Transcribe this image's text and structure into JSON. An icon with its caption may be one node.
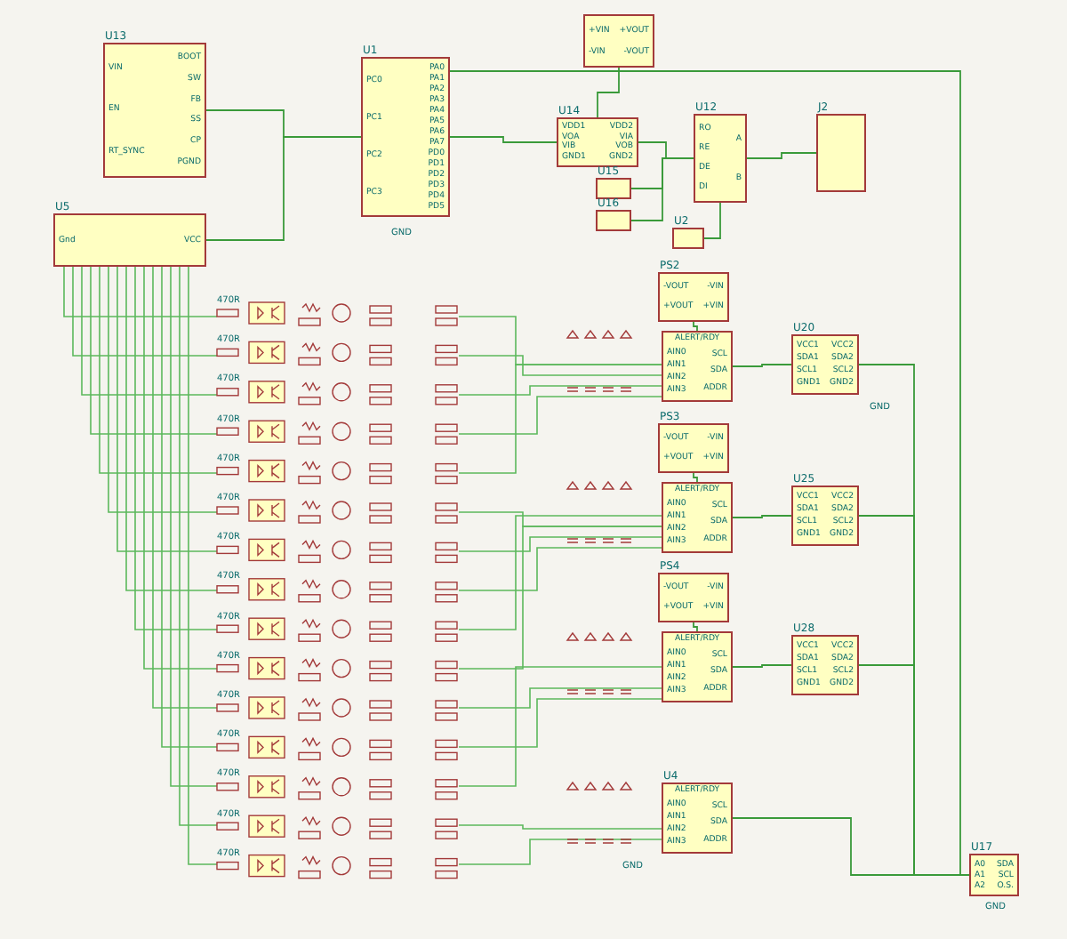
{
  "diagram": {
    "nodes": [
      {
        "text": [
          "U13",
          "VIN",
          "EN",
          "RT_SYNC",
          "BOOT",
          "SW",
          "FB",
          "SS",
          "CP",
          "PGND"
        ]
      },
      {
        "text": [
          "U1",
          "PC0",
          "PC1",
          "PC2",
          "PC3",
          "PA0",
          "PA1",
          "PA2",
          "PA3",
          "PA4",
          "PA5",
          "PA6",
          "PA7",
          "PD0",
          "PD1",
          "PD2",
          "PD3",
          "PD4",
          "PD5"
        ]
      },
      {
        "text": [
          "U5",
          "Gnd",
          "VCC"
        ]
      },
      {
        "text": [
          "+VIN",
          "-VIN",
          "+VOUT",
          "-VOUT"
        ]
      },
      {
        "text": [
          "U14",
          "VDD1",
          "VOA",
          "VIB",
          "GND1",
          "VDD2",
          "VIA",
          "VOB",
          "GND2"
        ]
      },
      {
        "text": [
          "U12",
          "RO",
          "RE",
          "DE",
          "DI",
          "A",
          "B"
        ]
      },
      {
        "text": [
          "J2"
        ]
      },
      {
        "text": [
          "U15"
        ]
      },
      {
        "text": [
          "U16"
        ]
      },
      {
        "text": [
          "U2"
        ]
      },
      {
        "text": [
          "PS2",
          "-VOUT",
          "+VOUT",
          "-VIN",
          "+VIN"
        ]
      },
      {
        "text": [
          "ALERT/RDY",
          "AIN0",
          "AIN1",
          "AIN2",
          "AIN3",
          "SCL",
          "SDA",
          "ADDR"
        ]
      },
      {
        "text": [
          "U20",
          "VCC1",
          "SDA1",
          "SCL1",
          "GND1",
          "VCC2",
          "SDA2",
          "SCL2",
          "GND2"
        ]
      },
      {
        "text": [
          "PS3",
          "-VOUT",
          "+VOUT",
          "-VIN",
          "+VIN"
        ]
      },
      {
        "text": [
          "ALERT/RDY",
          "AIN0",
          "AIN1",
          "AIN2",
          "AIN3",
          "SCL",
          "SDA",
          "ADDR"
        ]
      },
      {
        "text": [
          "U25",
          "VCC1",
          "SDA1",
          "SCL1",
          "GND1",
          "VCC2",
          "SDA2",
          "SCL2",
          "GND2"
        ]
      },
      {
        "text": [
          "PS4",
          "-VOUT",
          "+VOUT",
          "-VIN",
          "+VIN"
        ]
      },
      {
        "text": [
          "ALERT/RDY",
          "AIN0",
          "AIN1",
          "AIN2",
          "AIN3",
          "SCL",
          "SDA",
          "ADDR"
        ]
      },
      {
        "text": [
          "U28",
          "VCC1",
          "SDA1",
          "SCL1",
          "GND1",
          "VCC2",
          "SDA2",
          "SCL2",
          "GND2"
        ]
      },
      {
        "text": [
          "U4",
          "ALERT/RDY",
          "AIN0",
          "AIN1",
          "AIN2",
          "AIN3",
          "SCL",
          "SDA",
          "ADDR"
        ]
      },
      {
        "text": [
          "U17",
          "A0",
          "A1",
          "A2",
          "SDA",
          "SCL",
          "O.S."
        ],
        "beside": [
          "GND"
        ]
      }
    ],
    "edges": [
      {
        "from": 0,
        "to": 1,
        "arrow": "none"
      },
      {
        "from": 1,
        "to": 2,
        "arrow": "none"
      },
      {
        "from": 1,
        "to": 4,
        "arrow": "none"
      },
      {
        "from": 3,
        "to": 4,
        "arrow": "none"
      },
      {
        "from": 4,
        "to": 5,
        "arrow": "none"
      },
      {
        "from": 5,
        "to": 6,
        "arrow": "none"
      },
      {
        "from": 7,
        "to": 5,
        "arrow": "none"
      },
      {
        "from": 8,
        "to": 5,
        "arrow": "none"
      },
      {
        "from": 9,
        "to": 5,
        "arrow": "none"
      },
      {
        "from": 10,
        "to": 11,
        "arrow": "none"
      },
      {
        "from": 11,
        "to": 12,
        "arrow": "none"
      },
      {
        "from": 13,
        "to": 14,
        "arrow": "none"
      },
      {
        "from": 14,
        "to": 15,
        "arrow": "none"
      },
      {
        "from": 16,
        "to": 17,
        "arrow": "none"
      },
      {
        "from": 17,
        "to": 18,
        "arrow": "none"
      },
      {
        "from": 12,
        "to": 20,
        "arrow": "none"
      },
      {
        "from": 15,
        "to": 20,
        "arrow": "none"
      },
      {
        "from": 18,
        "to": 20,
        "arrow": "none"
      },
      {
        "from": 19,
        "to": 20,
        "arrow": "none"
      },
      {
        "from": 1,
        "to": 20,
        "arrow": "none"
      }
    ],
    "labels": [
      "470R",
      "470R",
      "470R",
      "470R",
      "470R",
      "470R",
      "470R",
      "470R",
      "470R",
      "470R",
      "470R",
      "470R",
      "470R",
      "470R",
      "470R",
      "GND",
      "GND",
      "GND"
    ]
  }
}
